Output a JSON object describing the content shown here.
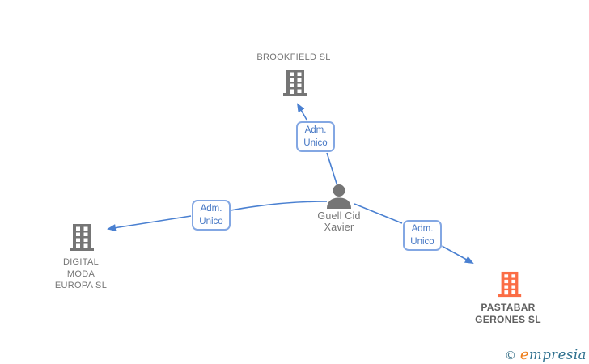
{
  "diagram": {
    "type": "corporate-relationship-graph",
    "person": {
      "id": "guell-cid-xavier",
      "name": "Guell Cid\nXavier"
    },
    "companies": [
      {
        "id": "brookfield-sl",
        "label": "BROOKFIELD SL",
        "highlighted": false
      },
      {
        "id": "digital-moda-europa-sl",
        "label": "DIGITAL\nMODA\nEUROPA SL",
        "highlighted": false
      },
      {
        "id": "pastabar-gerones-sl",
        "label": "PASTABAR\nGERONES SL",
        "highlighted": true
      }
    ],
    "edges": [
      {
        "from": "guell-cid-xavier",
        "to": "brookfield-sl",
        "label": "Adm.\nUnico"
      },
      {
        "from": "guell-cid-xavier",
        "to": "digital-moda-europa-sl",
        "label": "Adm.\nUnico"
      },
      {
        "from": "guell-cid-xavier",
        "to": "pastabar-gerones-sl",
        "label": "Adm.\nUnico"
      }
    ],
    "colors": {
      "edge_line": "#4a80d1",
      "edge_box_border": "#83a7e3",
      "edge_box_text": "#4677c4",
      "node_icon_gray": "#757575",
      "node_label_gray": "#757575",
      "highlight_orange": "#fb6d45",
      "highlight_label": "#5f5f5f"
    }
  },
  "logo": {
    "copyright": "©",
    "brand_initial": "e",
    "brand_rest": "mpresia",
    "teal": "#2e708e",
    "orange": "#ef7e1a"
  }
}
